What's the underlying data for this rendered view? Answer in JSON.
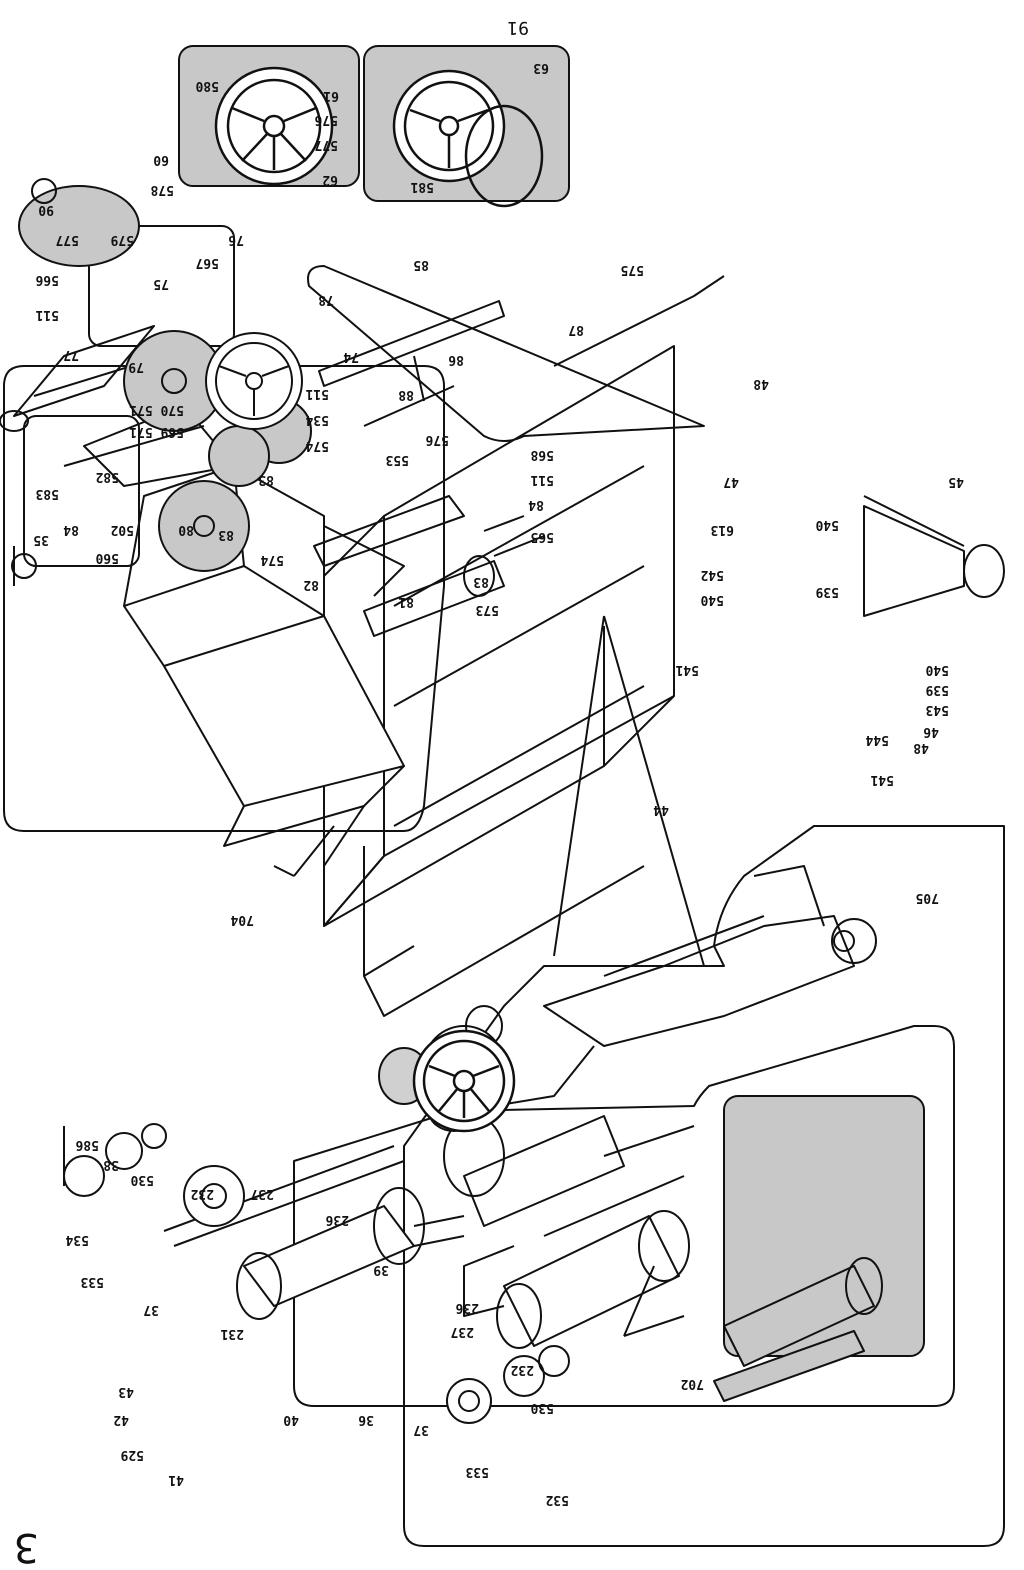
{
  "page_number": "91",
  "figure_number": "3",
  "callouts": {
    "c704": "704",
    "c705": "705",
    "c702": "702",
    "c580": "580",
    "c61": "61",
    "c576a": "576",
    "c577a": "577",
    "c62": "62",
    "c63": "63",
    "c581": "581",
    "c60": "60",
    "c90": "90",
    "c578": "578",
    "c577b": "577",
    "c579": "579",
    "c76": "76",
    "c567": "567",
    "c566": "566",
    "c75": "75",
    "c511a": "511",
    "c77": "77",
    "c79": "79",
    "c78": "78",
    "c74": "74",
    "c85": "85",
    "c575": "575",
    "c87": "87",
    "c86": "86",
    "c88": "88",
    "c576b": "576",
    "c553": "553",
    "c570": "570 571",
    "c569": "569 571",
    "c511b": "511",
    "c534": "534",
    "c574a": "574",
    "c582": "582",
    "c583": "583",
    "c502": "502",
    "c35": "35",
    "c84a": "84",
    "c560": "560",
    "c80": "80",
    "c83a": "83",
    "c83b": "83",
    "c574b": "574",
    "c82": "82",
    "c81": "81",
    "c568": "568",
    "c511c": "511",
    "c84b": "84",
    "c565": "565",
    "c83c": "83",
    "c573": "573",
    "c48a": "48",
    "c47": "47",
    "c45": "45",
    "c613": "613",
    "c540a": "540",
    "c542": "542",
    "c540b": "540",
    "c539a": "539",
    "c540c": "540",
    "c539b": "539",
    "c543": "543",
    "c46": "46",
    "c48b": "48",
    "c544": "544",
    "c541a": "541",
    "c541b": "541",
    "c44": "44",
    "c586": "586",
    "c38": "38",
    "c530a": "530",
    "c232a": "232",
    "c237a": "237",
    "c236a": "236",
    "c534b": "534",
    "c533a": "533",
    "c37a": "37",
    "c39": "39",
    "c231": "231",
    "c236b": "236",
    "c237b": "237",
    "c232b": "232",
    "c530b": "530",
    "c43": "43",
    "c42": "42",
    "c40": "40",
    "c36": "36",
    "c37b": "37",
    "c529": "529",
    "c41": "41",
    "c533b": "533",
    "c532": "532"
  },
  "colors": {
    "ink": "#111111",
    "inset_fill": "#c8c8c8",
    "paper": "#ffffff"
  }
}
